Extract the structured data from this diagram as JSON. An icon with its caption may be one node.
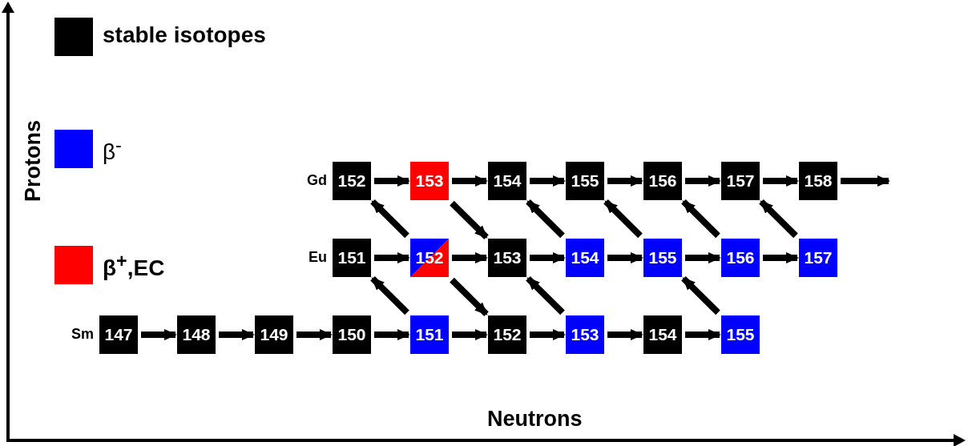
{
  "diagram": {
    "nodes": [
      {
        "text": [
          "152"
        ],
        "beside": [
          "Gd"
        ]
      },
      {
        "text": [
          "153"
        ]
      },
      {
        "text": [
          "154"
        ]
      },
      {
        "text": [
          "155"
        ]
      },
      {
        "text": [
          "156"
        ]
      },
      {
        "text": [
          "157"
        ]
      },
      {
        "text": [
          "158"
        ]
      },
      {
        "text": [
          "151"
        ],
        "beside": [
          "Eu"
        ]
      },
      {
        "text": [
          "152"
        ]
      },
      {
        "text": [
          "153"
        ]
      },
      {
        "text": [
          "154"
        ]
      },
      {
        "text": [
          "155"
        ]
      },
      {
        "text": [
          "156"
        ]
      },
      {
        "text": [
          "157"
        ]
      },
      {
        "text": [
          "147"
        ],
        "beside": [
          "Sm"
        ]
      },
      {
        "text": [
          "148"
        ]
      },
      {
        "text": [
          "149"
        ]
      },
      {
        "text": [
          "150"
        ]
      },
      {
        "text": [
          "151"
        ]
      },
      {
        "text": [
          "152"
        ]
      },
      {
        "text": [
          "153"
        ]
      },
      {
        "text": [
          "154"
        ]
      },
      {
        "text": [
          "155"
        ]
      }
    ],
    "edges": [
      {
        "from": 0,
        "to": 1,
        "arrow": "to"
      },
      {
        "from": 1,
        "to": 2,
        "arrow": "to"
      },
      {
        "from": 2,
        "to": 3,
        "arrow": "to"
      },
      {
        "from": 3,
        "to": 4,
        "arrow": "to"
      },
      {
        "from": 4,
        "to": 5,
        "arrow": "to"
      },
      {
        "from": 5,
        "to": 6,
        "arrow": "to"
      },
      {
        "from": 6,
        "to": null,
        "arrow": "to"
      },
      {
        "from": 8,
        "to": 0,
        "arrow": "to"
      },
      {
        "from": 1,
        "to": 9,
        "arrow": "to"
      },
      {
        "from": 10,
        "to": 2,
        "arrow": "to"
      },
      {
        "from": 11,
        "to": 3,
        "arrow": "to"
      },
      {
        "from": 12,
        "to": 4,
        "arrow": "to"
      },
      {
        "from": 13,
        "to": 5,
        "arrow": "to"
      },
      {
        "from": 7,
        "to": 8,
        "arrow": "to"
      },
      {
        "from": 8,
        "to": 9,
        "arrow": "to"
      },
      {
        "from": 9,
        "to": 10,
        "arrow": "to"
      },
      {
        "from": 10,
        "to": 11,
        "arrow": "to"
      },
      {
        "from": 11,
        "to": 12,
        "arrow": "to"
      },
      {
        "from": 12,
        "to": 13,
        "arrow": "to"
      },
      {
        "from": 18,
        "to": 7,
        "arrow": "to"
      },
      {
        "from": 8,
        "to": 19,
        "arrow": "to"
      },
      {
        "from": 20,
        "to": 9,
        "arrow": "to"
      },
      {
        "from": 22,
        "to": 11,
        "arrow": "to"
      },
      {
        "from": 14,
        "to": 15,
        "arrow": "to"
      },
      {
        "from": 15,
        "to": 16,
        "arrow": "to"
      },
      {
        "from": 16,
        "to": 17,
        "arrow": "to"
      },
      {
        "from": 17,
        "to": 18,
        "arrow": "to"
      },
      {
        "from": 18,
        "to": 19,
        "arrow": "to"
      },
      {
        "from": 19,
        "to": 20,
        "arrow": "to"
      },
      {
        "from": 20,
        "to": 21,
        "arrow": "to"
      },
      {
        "from": 21,
        "to": 22,
        "arrow": "to"
      }
    ],
    "labels": [
      "Protons",
      "Neutrons"
    ],
    "legend": [
      {
        "text": "stable isotopes",
        "color": "#000000"
      },
      {
        "text": "β$^{-}$",
        "color": "#0000ff"
      },
      {
        "text": "β$^{+}$,EC",
        "color": "#ff0000"
      }
    ]
  }
}
